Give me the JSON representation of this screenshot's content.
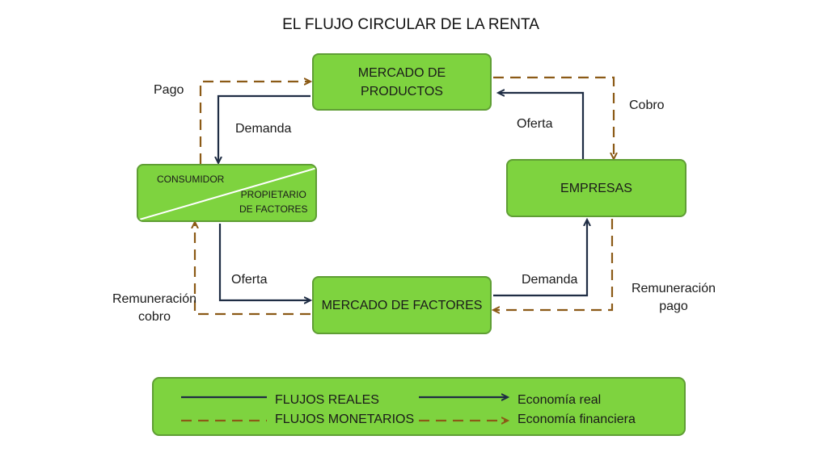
{
  "title": "EL FLUJO CIRCULAR DE LA RENTA",
  "nodes": {
    "mercado_productos": "MERCADO DE\nPRODUCTOS",
    "empresas": "EMPRESAS",
    "mercado_factores": "MERCADO DE FACTORES",
    "consumidor": "CONSUMIDOR",
    "propietario": "PROPIETARIO\nDE FACTORES"
  },
  "labels": {
    "pago": "Pago",
    "demanda_top": "Demanda",
    "oferta_top": "Oferta",
    "cobro": "Cobro",
    "oferta_bottom": "Oferta",
    "demanda_bottom": "Demanda",
    "remuneracion_cobro": "Remuneración\ncobro",
    "remuneracion_pago": "Remuneración\npago"
  },
  "legend": {
    "flujos_reales": "FLUJOS REALES",
    "flujos_monetarios": "FLUJOS MONETARIOS",
    "economia_real": "Economía real",
    "economia_financiera": "Economía financiera"
  },
  "colors": {
    "box_fill": "#7ed33f",
    "real_flow": "#1f2d44",
    "money_flow": "#8b5a16"
  }
}
